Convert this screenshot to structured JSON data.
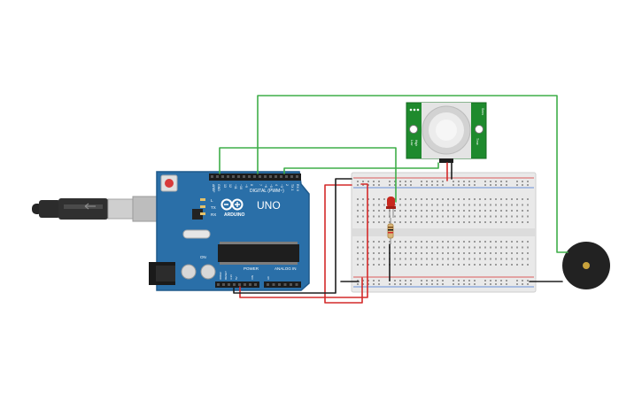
{
  "arduino": {
    "brand": "ARDUINO",
    "model": "UNO",
    "digital_label": "DIGITAL (PWM~)",
    "power_label": "POWER",
    "analog_label": "ANALOG IN",
    "aref_label": "AREF",
    "gnd_label": "GND",
    "tx_label": "TX",
    "rx_label": "RX",
    "l_label": "L",
    "on_label": "ON",
    "ioref_label": "IOREF",
    "reset_label": "RESET",
    "v33_label": "3.3V",
    "v5_label": "5V",
    "vin_label": "VIN",
    "a0_label": "A0",
    "pins_low": [
      "7",
      "~6",
      "~5",
      "4",
      "~3",
      "2",
      "TX 1",
      "RX 0"
    ],
    "pins_high": [
      "13",
      "12",
      "~11",
      "~10",
      "~9",
      "8"
    ]
  },
  "pir_sensor": {
    "left_text": "High",
    "left_sub": "Low",
    "right_text": "Time",
    "right_sub": "Sens"
  },
  "colors": {
    "board": "#2a6fa8",
    "board_edge": "#1f5a8c",
    "pir_pcb": "#1e8a2d",
    "wire_green": "#3fae49",
    "wire_red": "#d42a2a",
    "wire_black": "#1e1e1e",
    "breadboard": "#e9e9e9",
    "buzzer": "#222222",
    "led": "#c8281e"
  },
  "icons": {
    "usb": "usb-cable-icon",
    "power_jack": "dc-jack-icon",
    "reset": "reset-button-icon",
    "logo": "arduino-infinity-icon"
  }
}
